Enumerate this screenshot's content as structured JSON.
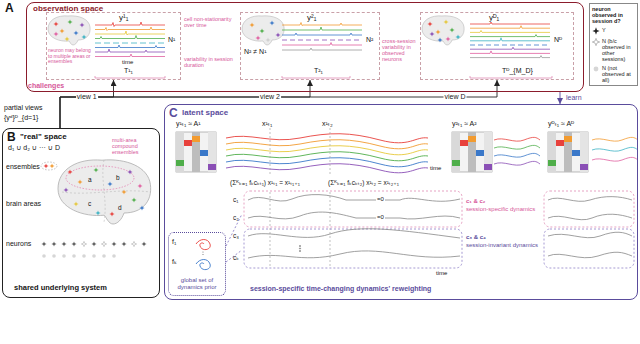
{
  "diagram": {
    "nodes": [
      {
        "text": [
          "A",
          "observation space"
        ]
      },
      {
        "text": [
          "y¹₁"
        ],
        "in": 0
      },
      {
        "text": [
          "y²₁"
        ],
        "in": 0
      },
      {
        "text": [
          "yᴰ₁"
        ],
        "in": 0
      },
      {
        "text": [
          "neuron observed in session d?"
        ]
      },
      {
        "text": [
          "B",
          "\"real\" space"
        ]
      },
      {
        "text": [
          "C",
          "latent space"
        ]
      },
      {
        "text": [
          "global set of dynamics prior"
        ],
        "in": 6
      }
    ],
    "edges": [
      {
        "from": 5,
        "to": 1,
        "arrow": "to",
        "label": "view 1"
      },
      {
        "from": 5,
        "to": 2,
        "arrow": "to",
        "label": "view 2"
      },
      {
        "from": 5,
        "to": 3,
        "arrow": "to",
        "label": "view D"
      },
      {
        "from": 0,
        "to": 6,
        "arrow": "to",
        "label": "learn"
      }
    ],
    "labels": [
      "cell non-stationarity over time",
      "neuron may belong to multiple areas or ensembles",
      "N¹",
      "time",
      "T¹₁",
      "variability in session duration",
      "challenges",
      "N² ≠ N¹",
      "N²",
      "T²₁",
      "Nᴰ",
      "Tᴰ_{M_D}",
      "cross-session variability in observed neurons",
      "partial views",
      "{yᵈ}ᴰ_{d=1}",
      "d₁ ∪ d₂ ∪ ··· ∪ D",
      "ensembles",
      "brain areas",
      "neurons",
      "a",
      "b",
      "c",
      "d",
      "multi-area compound ensembles",
      "shared underlying system",
      "y¹ₜ₁ ≈ A¹",
      "x¹ₜ₁",
      "x¹ₜ₂",
      "time",
      "y²ₜ₁ ≈ A²",
      "yᴰₜ₁ ≈ Aᴰ",
      "(Σᴷₖ₌₁ fₖcₖₜ₁) x¹ₜ₁ = x¹ₜ₁₊₁",
      "(Σᴷₖ₌₁ fₖcₖₜ₂) x¹ₜ₂ = x¹ₜ₂₊₁",
      "c₁",
      "c₂",
      "c₃",
      "cₖ",
      "=0",
      "=0",
      "c₁ & c₂",
      "session-specific dynamics",
      "c₃ & c₄",
      "session-invariant dynamics",
      "session-specific time-changing dynamics' reweighting",
      "f₁",
      "fₖ",
      "time"
    ],
    "legend": [
      {
        "text": "Y"
      },
      {
        "text": "N (b/c observed in other sessions)"
      },
      {
        "text": "N (not observed at all)"
      }
    ]
  }
}
